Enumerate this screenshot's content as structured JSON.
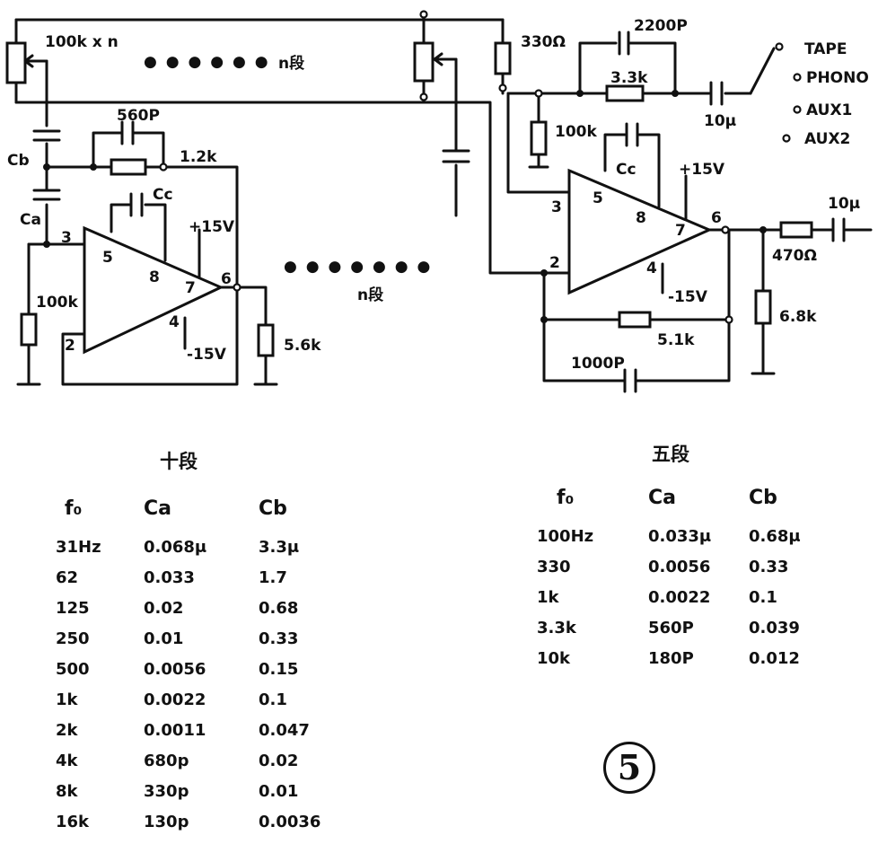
{
  "schematic": {
    "labels": {
      "pot_n": "100k x n",
      "dots_top": "● ● ● ● ● ●",
      "n_stage_top": "n段",
      "cb": "Cb",
      "ca": "Ca",
      "c560": "560P",
      "r12k": "1.2k",
      "cc_left": "Cc",
      "vplus_left": "+15V",
      "vminus_left": "-15V",
      "r100k_left": "100k",
      "r56k": "5.6k",
      "dots_mid": "● ● ● ● ● ● ●",
      "n_stage_mid": "n段",
      "r330": "330Ω",
      "c2200": "2200P",
      "r33k": "3.3k",
      "r100k_right": "100k",
      "c10u_1": "10μ",
      "cc_right": "Cc",
      "vplus_right": "+15V",
      "vminus_right": "-15V",
      "c10u_2": "10μ",
      "r470": "470Ω",
      "r68k": "6.8k",
      "r51k": "5.1k",
      "c1000": "1000P",
      "tape": "TAPE",
      "phono": "PHONO",
      "aux1": "AUX1",
      "aux2": "AUX2"
    },
    "pins": {
      "l3": "3",
      "l5": "5",
      "l8": "8",
      "l7": "7",
      "l6": "6",
      "l4": "4",
      "l2": "2",
      "r3": "3",
      "r5": "5",
      "r8": "8",
      "r7": "7",
      "r6": "6",
      "r4": "4",
      "r2": "2"
    }
  },
  "ten_band": {
    "title": "十段",
    "headers": [
      "f₀",
      "Ca",
      "Cb"
    ],
    "rows": [
      [
        "31Hz",
        "0.068μ",
        "3.3μ"
      ],
      [
        "62",
        "0.033",
        "1.7"
      ],
      [
        "125",
        "0.02",
        "0.68"
      ],
      [
        "250",
        "0.01",
        "0.33"
      ],
      [
        "500",
        "0.0056",
        "0.15"
      ],
      [
        "1k",
        "0.0022",
        "0.1"
      ],
      [
        "2k",
        "0.0011",
        "0.047"
      ],
      [
        "4k",
        "680p",
        "0.02"
      ],
      [
        "8k",
        "330p",
        "0.01"
      ],
      [
        "16k",
        "130p",
        "0.0036"
      ]
    ]
  },
  "five_band": {
    "title": "五段",
    "headers": [
      "f₀",
      "Ca",
      "Cb"
    ],
    "rows": [
      [
        "100Hz",
        "0.033μ",
        "0.68μ"
      ],
      [
        "330",
        "0.0056",
        "0.33"
      ],
      [
        "1k",
        "0.0022",
        "0.1"
      ],
      [
        "3.3k",
        "560P",
        "0.039"
      ],
      [
        "10k",
        "180P",
        "0.012"
      ]
    ]
  },
  "figure_number": "5"
}
